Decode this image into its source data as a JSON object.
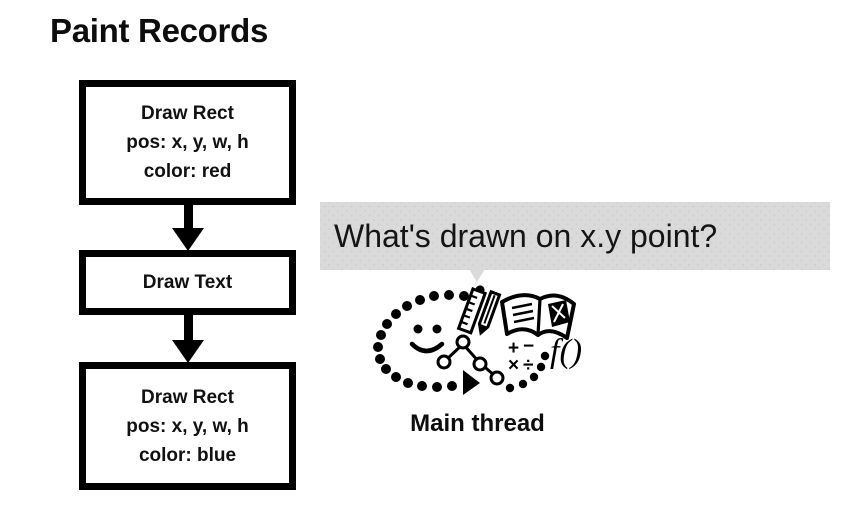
{
  "slide": {
    "title": "Paint Records",
    "background_color": "#ffffff"
  },
  "paint_records": {
    "box_border_color": "#000000",
    "items": [
      {
        "name": "draw-rect-red",
        "lines": [
          "Draw Rect",
          "pos: x, y, w, h",
          "color: red"
        ]
      },
      {
        "name": "draw-text",
        "lines": [
          "Draw Text"
        ]
      },
      {
        "name": "draw-rect-blue",
        "lines": [
          "Draw Rect",
          "pos: x, y, w, h",
          "color: blue"
        ]
      }
    ],
    "arrows": [
      {
        "name": "arrow-rect-to-text",
        "direction": "down"
      },
      {
        "name": "arrow-text-to-rect",
        "direction": "down"
      }
    ]
  },
  "question": {
    "bubble_text": "What's drawn on x.y point?",
    "bubble_color": "#dadada",
    "tail_direction": "down"
  },
  "thinker": {
    "label": "Main thread",
    "icons": [
      "dotted-head-outline",
      "smiley-face",
      "ruler-icon",
      "pencil-icon",
      "open-book-icon",
      "node-tree-icon",
      "math-operators-icon",
      "function-notation-icon",
      "chevron-arrow-icon"
    ],
    "math_operators": "+ - × ÷",
    "function_notation": "f()"
  }
}
